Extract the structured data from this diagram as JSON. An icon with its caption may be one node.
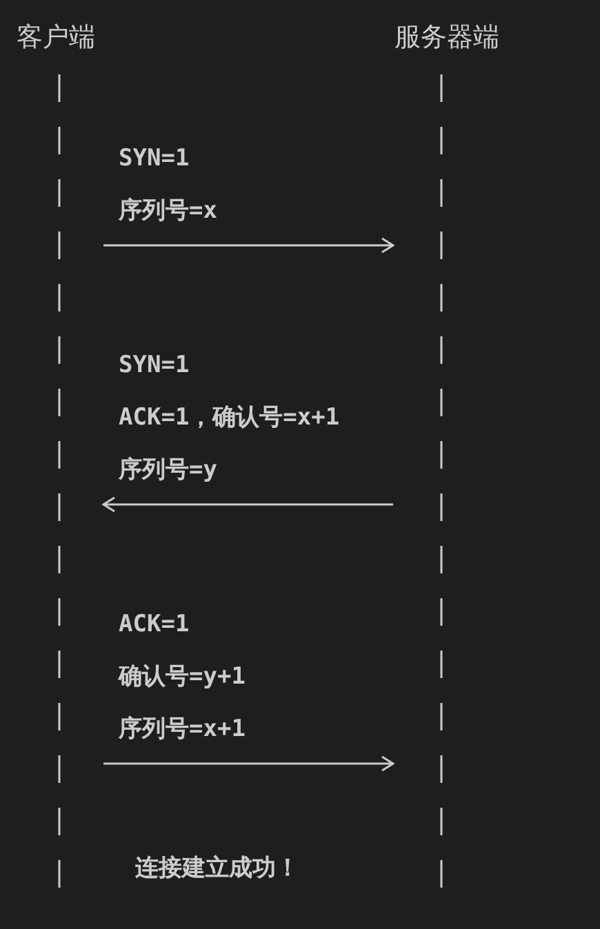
{
  "diagram": {
    "nodes": [
      {
        "text": [
          "客户端"
        ]
      },
      {
        "text": [
          "服务器端"
        ]
      }
    ],
    "edges": [
      {
        "from": 0,
        "to": 1,
        "arrow": "to",
        "label": "SYN=1 序列号=x"
      },
      {
        "from": 1,
        "to": 0,
        "arrow": "to",
        "label": "SYN=1 ACK=1，确认号=x+1 序列号=y"
      },
      {
        "from": 0,
        "to": 1,
        "arrow": "to",
        "label": "ACK=1 确认号=y+1 序列号=x+1"
      }
    ],
    "labels": [
      "连接建立成功！"
    ]
  }
}
